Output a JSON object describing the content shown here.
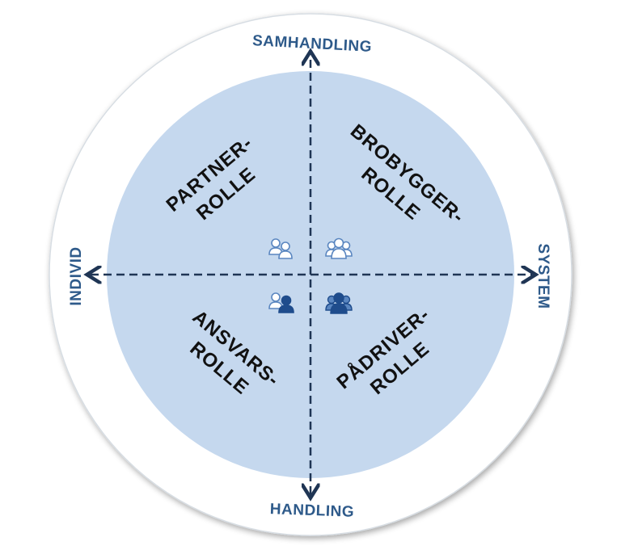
{
  "diagram": {
    "axes": {
      "top": "SAMHANDLING",
      "bottom": "HANDLING",
      "left": "INDIVID",
      "right": "SYSTEM"
    },
    "roles": {
      "top_left": {
        "line1": "PARTNER-",
        "line2": "ROLLE"
      },
      "top_right": {
        "line1": "BROBYGGER-",
        "line2": "ROLLE"
      },
      "bottom_left": {
        "line1": "ANSVARS-",
        "line2": "ROLLE"
      },
      "bottom_right": {
        "line1": "PÅDRIVER-",
        "line2": "ROLLE"
      }
    },
    "icons": {
      "top_left": "two-people-outline-icon",
      "top_right": "three-people-outline-icon",
      "bottom_left": "two-people-one-filled-icon",
      "bottom_right": "group-filled-icon"
    },
    "colors": {
      "inner_fill": "#c5d8ee",
      "outer_ring": "#ffffff",
      "axis_line": "#1f3554",
      "axis_text": "#2e5a8a",
      "icon_outline": "#5a86c0",
      "icon_fill": "#1f4c8c"
    }
  }
}
